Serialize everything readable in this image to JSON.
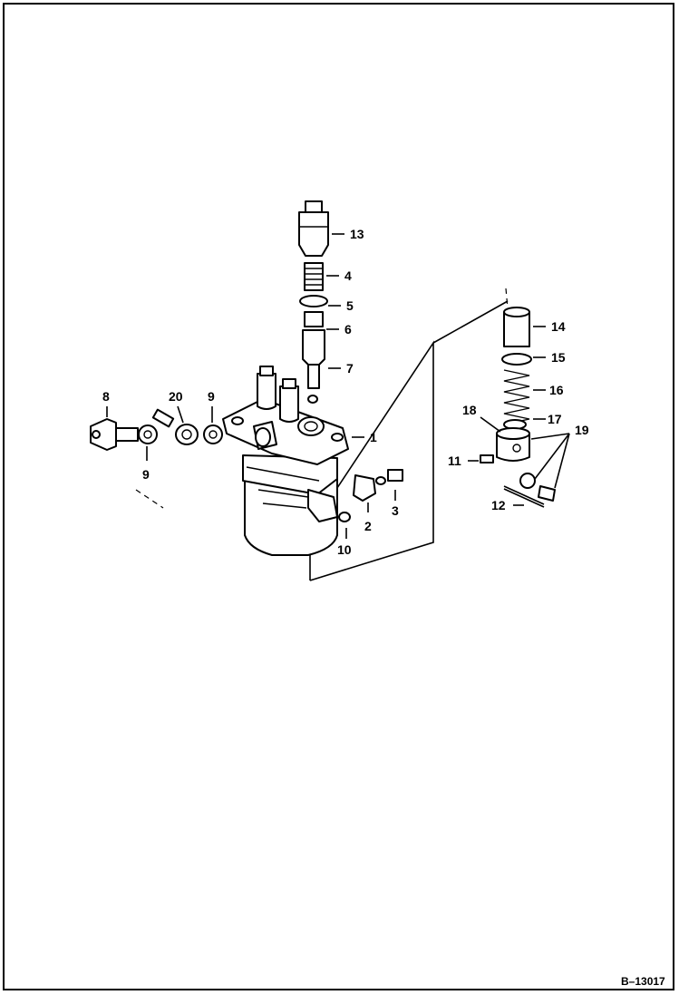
{
  "figure_id": "B–13017",
  "callouts": [
    {
      "id": "c1",
      "text": "1"
    },
    {
      "id": "c2",
      "text": "2"
    },
    {
      "id": "c3",
      "text": "3"
    },
    {
      "id": "c4",
      "text": "4"
    },
    {
      "id": "c5",
      "text": "5"
    },
    {
      "id": "c6",
      "text": "6"
    },
    {
      "id": "c7",
      "text": "7"
    },
    {
      "id": "c8",
      "text": "8"
    },
    {
      "id": "c9a",
      "text": "9"
    },
    {
      "id": "c9b",
      "text": "9"
    },
    {
      "id": "c10",
      "text": "10"
    },
    {
      "id": "c11",
      "text": "11"
    },
    {
      "id": "c12",
      "text": "12"
    },
    {
      "id": "c13",
      "text": "13"
    },
    {
      "id": "c14",
      "text": "14"
    },
    {
      "id": "c15",
      "text": "15"
    },
    {
      "id": "c16",
      "text": "16"
    },
    {
      "id": "c17",
      "text": "17"
    },
    {
      "id": "c18",
      "text": "18"
    },
    {
      "id": "c19",
      "text": "19"
    },
    {
      "id": "c20",
      "text": "20"
    }
  ]
}
